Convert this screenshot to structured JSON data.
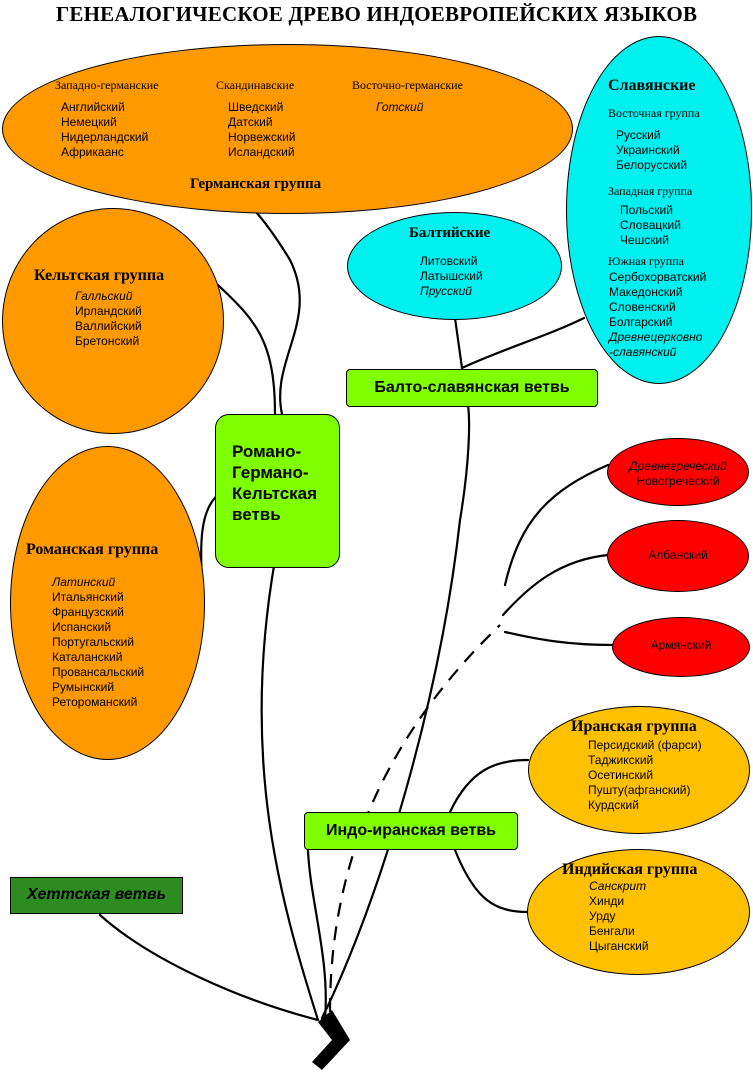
{
  "title": "ГЕНЕАЛОГИЧЕСКОЕ ДРЕВО ИНДОЕВРОПЕЙСКИХ ЯЗЫКОВ",
  "germanic": {
    "header": "Германская группа",
    "west": {
      "label": "Западно-германские",
      "items": [
        "Английский",
        "Немецкий",
        "Нидерландский",
        "Африкаанс"
      ]
    },
    "scand": {
      "label": "Скандинавские",
      "items": [
        "Шведский",
        "Датский",
        "Норвежский",
        "Исландский"
      ]
    },
    "east": {
      "label": "Восточно-германские",
      "items": [
        "Готский"
      ]
    }
  },
  "slavic": {
    "header": "Славянские",
    "east": {
      "label": "Восточная группа",
      "items": [
        "Русский",
        "Украинский",
        "Белорусский"
      ]
    },
    "west": {
      "label": "Западная группа",
      "items": [
        "Польский",
        "Словацкий",
        "Чешский"
      ]
    },
    "south": {
      "label": "Южная группа",
      "items": [
        "Сербохорватский",
        "Македонский",
        "Словенский",
        "Болгарский"
      ],
      "old1": "Древнецерковно",
      "old2": "-славянский"
    }
  },
  "baltic": {
    "header": "Балтийские",
    "items": [
      "Литовский",
      "Латышский"
    ],
    "extinct": "Прусский"
  },
  "balto_slavic_branch": "Балто-славянская ветвь",
  "celtic": {
    "header": "Кельтская группа",
    "extinct": "Галльский",
    "items": [
      "Ирландский",
      "Валлийский",
      "Бретонский"
    ]
  },
  "romano_branch": {
    "l1": "Романо-",
    "l2": "Германо-",
    "l3": "Кельтская",
    "l4": "ветвь"
  },
  "romance": {
    "header": "Романская группа",
    "extinct": "Латинский",
    "items": [
      "Итальянский",
      "Французский",
      "Испанский",
      "Португальский",
      "Каталанский",
      "Провансальский",
      "Румынский",
      "Ретороманский"
    ]
  },
  "greek": {
    "extinct": "Древнегреческий",
    "modern": "Новогреческий"
  },
  "albanian": "Албанский",
  "armenian": "Армянский",
  "iranian": {
    "header": "Иранская группа",
    "items": [
      "Персидский (фарси)",
      "Таджикский",
      "Осетинский",
      "Пушту(афганский)",
      "Курдский"
    ]
  },
  "indo_iranian_branch": "Индо-иранская ветвь",
  "indian": {
    "header": "Индийская группа",
    "extinct": "Санскрит",
    "items": [
      "Хинди",
      "Урду",
      "Бенгали",
      "Цыганский"
    ]
  },
  "hittite_branch": "Хеттская ветвь",
  "colors": {
    "orange": "#ff9900",
    "cyan": "#00f0f0",
    "red": "#ff0000",
    "gold": "#ffc000",
    "lime": "#80ff00",
    "dark_green": "#2e8b22"
  }
}
